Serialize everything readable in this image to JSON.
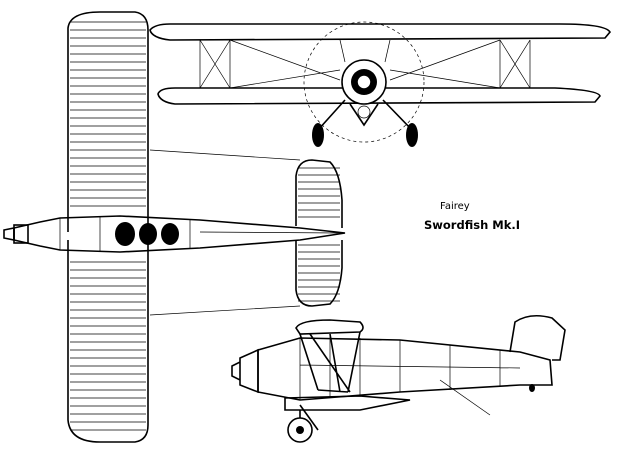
{
  "title": {
    "maker": "Fairey",
    "model": "Swordfish Mk.I"
  },
  "views": [
    "plan-view",
    "front-view",
    "side-view"
  ]
}
